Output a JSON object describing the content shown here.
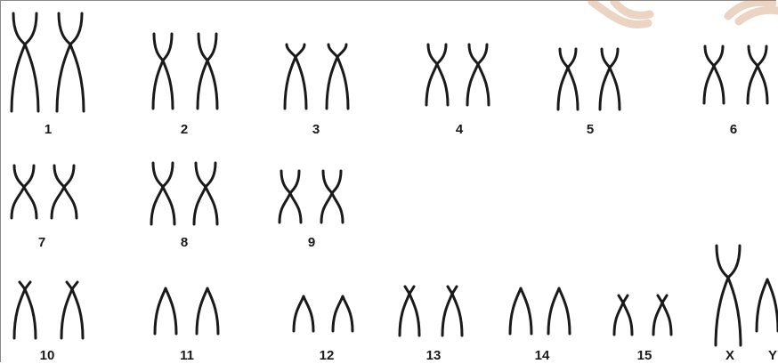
{
  "karyotype": {
    "labels": [
      "1",
      "2",
      "3",
      "4",
      "5",
      "6",
      "7",
      "8",
      "9",
      "10",
      "11",
      "12",
      "13",
      "14",
      "15",
      "X",
      "Y"
    ],
    "colors": {
      "stroke": "#1a1a1a",
      "watermark": "#c9875a"
    }
  }
}
